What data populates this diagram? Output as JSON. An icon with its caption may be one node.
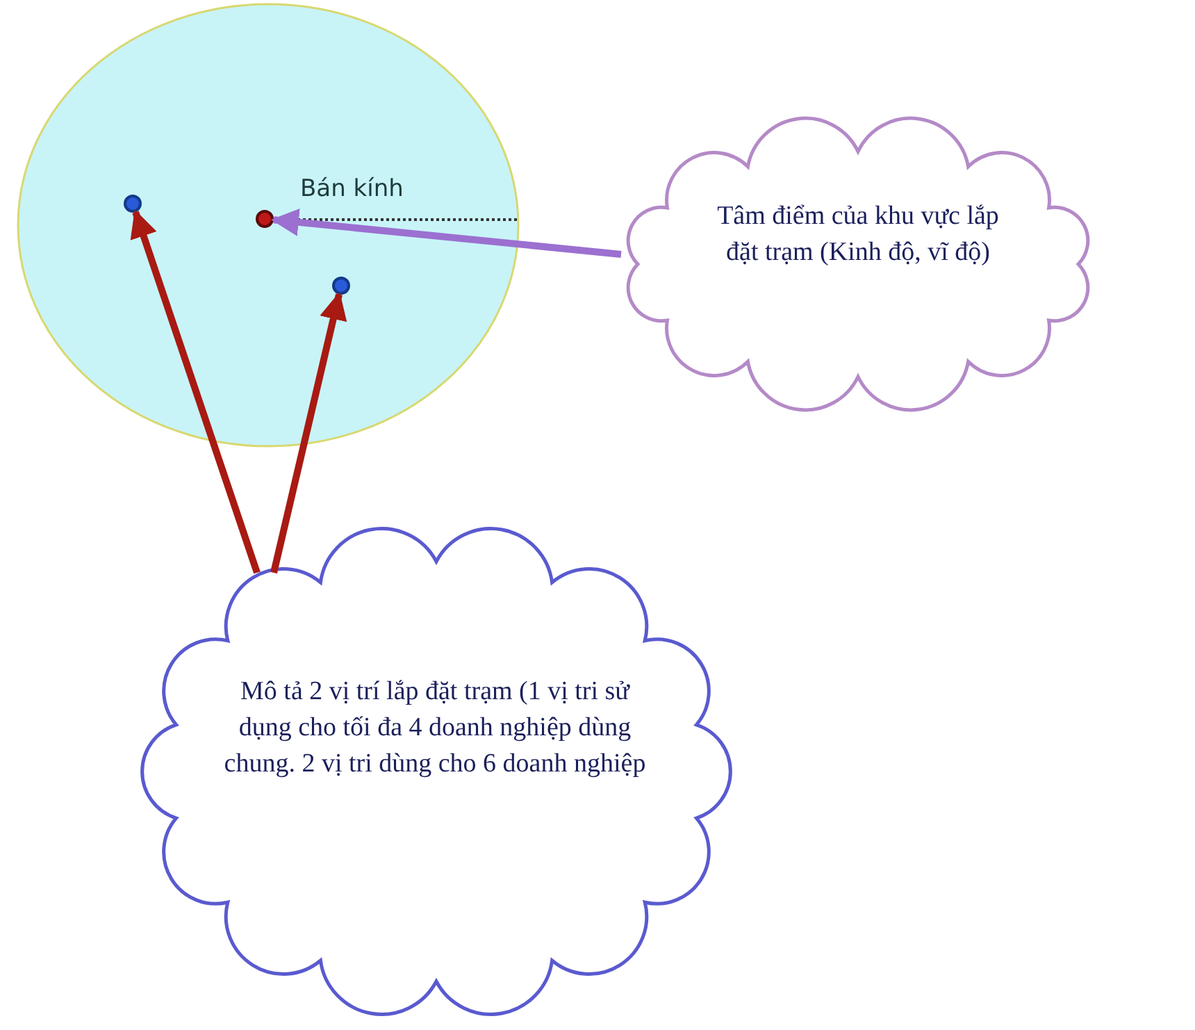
{
  "diagram": {
    "nodes": [
      {
        "text": [],
        "shape": "circle"
      },
      {
        "text": [],
        "shape": "circle",
        "in": 0
      },
      {
        "text": [],
        "shape": "circle",
        "in": 0
      },
      {
        "text": [],
        "shape": "circle",
        "in": 0
      },
      {
        "text": [
          "Tâm điểm của khu vực lắp đặt trạm (Kinh độ, vĩ độ)"
        ]
      },
      {
        "text": [
          "Mô tả 2 vị trí lắp đặt trạm (1 vị tri sử dụng cho  tối đa 4 doanh nghiệp dùng chung. 2 vị tri dùng cho  6 doanh nghiệp"
        ]
      }
    ],
    "edges": [
      {
        "from": 4,
        "to": 2,
        "arrow": "to",
        "color": "#9b70d0"
      },
      {
        "from": 5,
        "to": 1,
        "arrow": "to"
      },
      {
        "from": 5,
        "to": 3,
        "arrow": "to"
      }
    ],
    "labels": [
      "Bán kính"
    ]
  }
}
